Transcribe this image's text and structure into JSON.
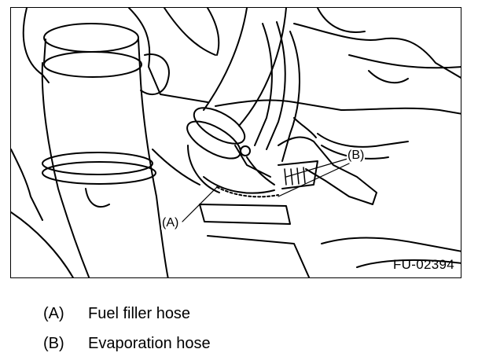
{
  "figure": {
    "code": "FU-02394",
    "callouts": [
      {
        "id": "A",
        "text": "(A)"
      },
      {
        "id": "B",
        "text": "(B)"
      }
    ]
  },
  "legend": [
    {
      "key": "(A)",
      "label": "Fuel filler hose"
    },
    {
      "key": "(B)",
      "label": "Evaporation hose"
    }
  ],
  "colors": {
    "line": "#000000",
    "background": "#ffffff"
  }
}
